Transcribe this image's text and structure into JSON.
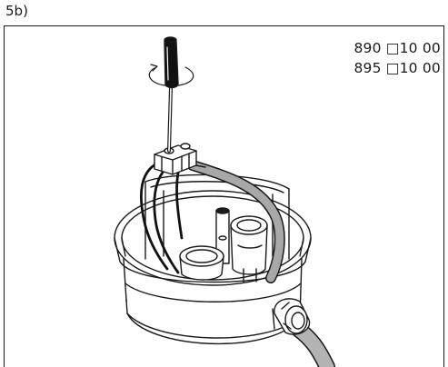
{
  "figure": {
    "label": "5b)",
    "codes": [
      "890 □10 00",
      "895 □10 00"
    ]
  },
  "icons": {
    "screwdriver": "screwdriver-icon",
    "rotation": "rotation-arrow-icon"
  }
}
